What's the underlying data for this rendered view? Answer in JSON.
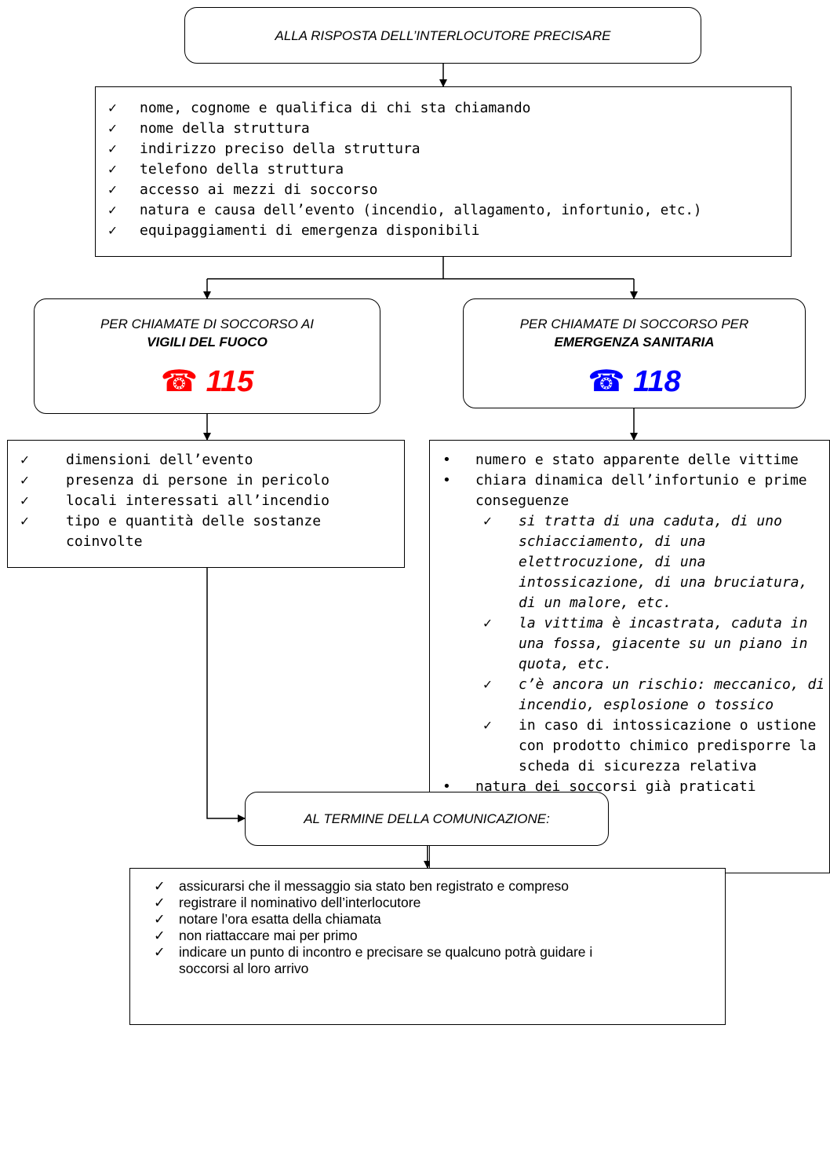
{
  "top_box": {
    "text": "ALLA RISPOSTA DELL’INTERLOCUTORE PRECISARE"
  },
  "info_list": {
    "marker": "✓",
    "items": [
      "nome, cognome e qualifica di chi sta chiamando",
      "nome della struttura",
      "indirizzo preciso della struttura",
      "telefono della struttura",
      "accesso ai mezzi di soccorso",
      "natura e causa dell’evento (incendio, allagamento, infortunio, etc.)",
      "equipaggiamenti di emergenza disponibili"
    ]
  },
  "fire": {
    "line1": "PER CHIAMATE DI SOCCORSO AI",
    "line2": "VIGILI DEL FUOCO",
    "phone_icon": "telephone-icon",
    "number": "115",
    "color": "#ff0000",
    "items": [
      "dimensioni dell’evento",
      "presenza di persone in pericolo",
      "locali interessati all’incendio",
      "tipo e quantità delle sostanze coinvolte"
    ]
  },
  "medical": {
    "line1": "PER CHIAMATE DI SOCCORSO PER",
    "line2": "EMERGENZA SANITARIA",
    "phone_icon": "telephone-icon",
    "number": "118",
    "color": "#0000ff",
    "bullet": "•",
    "item1": "numero e stato apparente delle vittime",
    "item2": "chiara dinamica dell’infortunio e prime conseguenze",
    "subitems": [
      "si tratta di una caduta, di uno schiacciamento, di una elettrocuzione, di una intossicazione, di una bruciatura, di un malore, etc.",
      "la vittima è incastrata, caduta in una fossa, giacente su un piano in quota, etc.",
      "c’è ancora un rischio: meccanico, di incendio, esplosione o tossico",
      "in caso di intossicazione o ustione con prodotto chimico predisporre la scheda di sicurezza relativa"
    ],
    "item3": "natura dei soccorsi già praticati"
  },
  "end_box": {
    "text": "AL TERMINE DELLA COMUNICAZIONE:"
  },
  "final_list": {
    "items": [
      "assicurarsi che il messaggio sia stato ben registrato e compreso",
      "registrare il nominativo dell’interlocutore",
      "notare l’ora esatta della chiamata",
      "non riattaccare mai per primo",
      "indicare un punto di incontro e precisare se qualcuno potrà guidare i soccorsi al loro arrivo"
    ]
  }
}
